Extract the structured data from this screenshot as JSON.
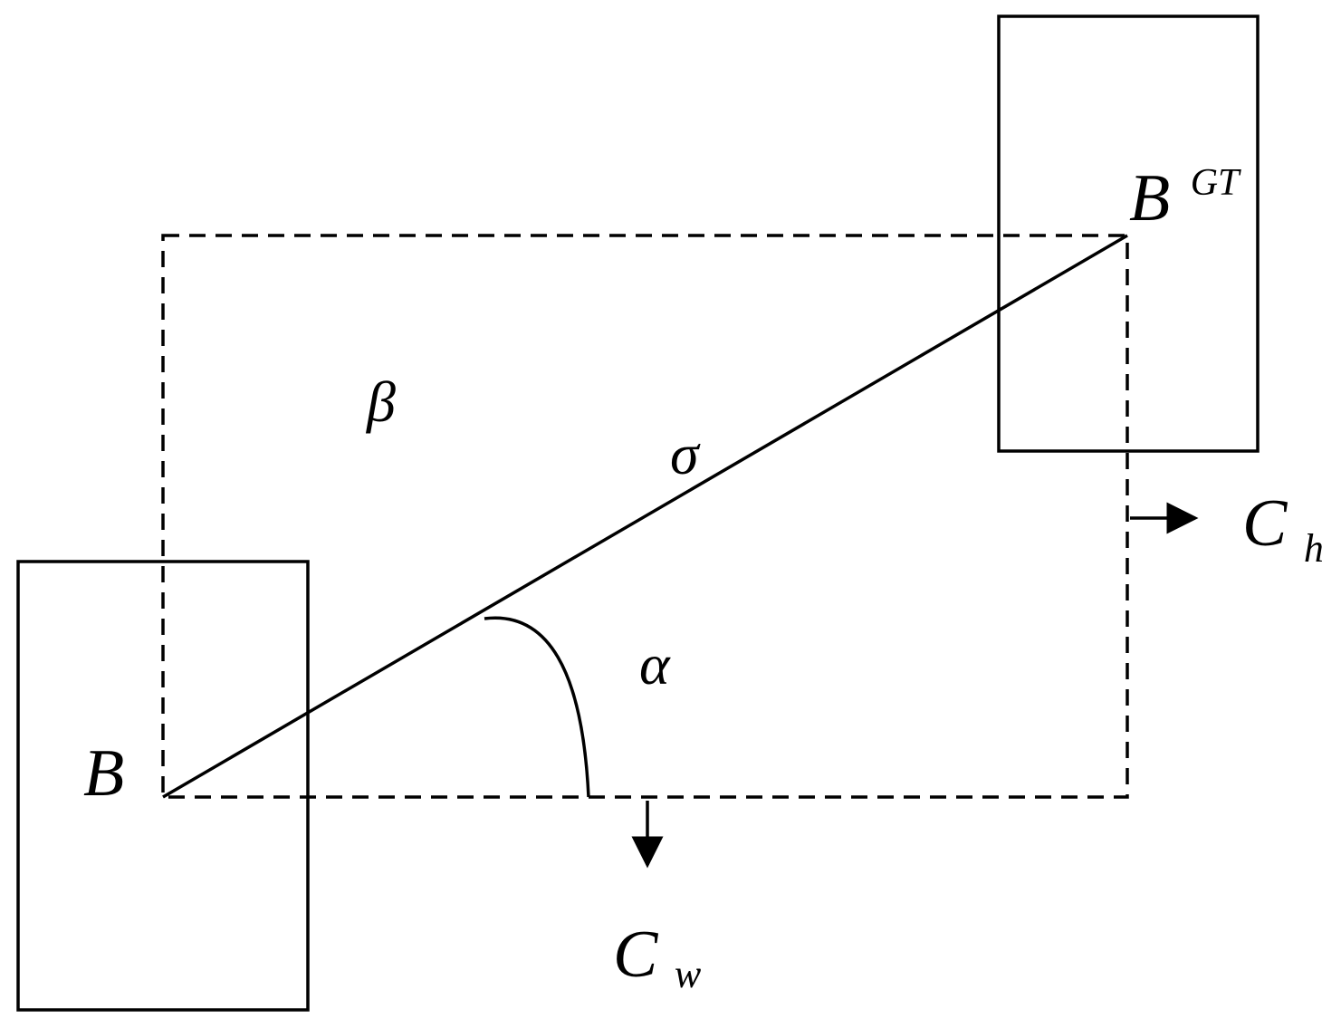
{
  "labels": {
    "box_pred": "B",
    "box_gt_base": "B",
    "box_gt_sup": "GT",
    "beta": "β",
    "sigma": "σ",
    "alpha": "α",
    "ch_base": "C",
    "ch_sub": "h",
    "cw_base": "C",
    "cw_sub": "w"
  },
  "colors": {
    "stroke": "#000000",
    "background": "#ffffff"
  }
}
